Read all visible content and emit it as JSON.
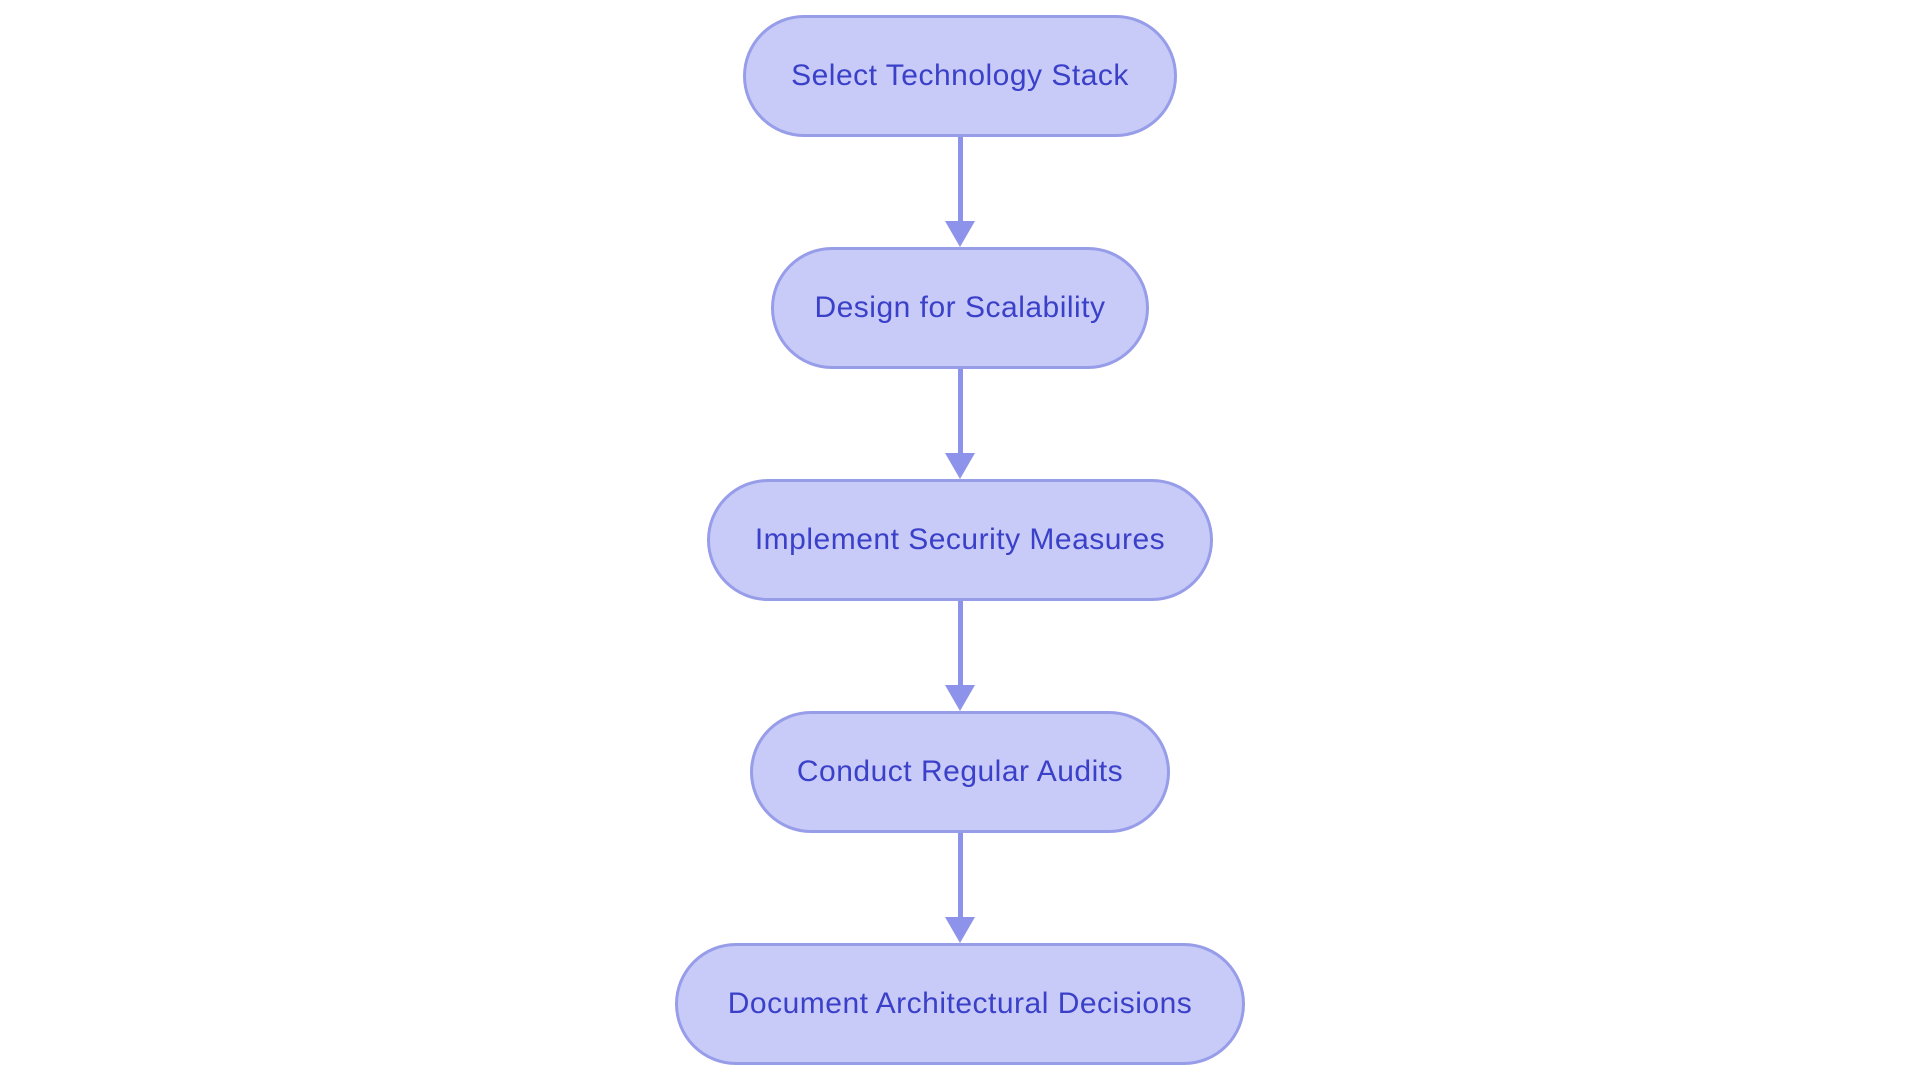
{
  "diagram": {
    "type": "flowchart",
    "direction": "top-down",
    "nodes": [
      {
        "id": "node-1",
        "label": "Select Technology Stack"
      },
      {
        "id": "node-2",
        "label": "Design for Scalability"
      },
      {
        "id": "node-3",
        "label": "Implement Security Measures"
      },
      {
        "id": "node-4",
        "label": "Conduct Regular Audits"
      },
      {
        "id": "node-5",
        "label": "Document Architectural Decisions"
      }
    ],
    "edges": [
      {
        "from": "node-1",
        "to": "node-2"
      },
      {
        "from": "node-2",
        "to": "node-3"
      },
      {
        "from": "node-3",
        "to": "node-4"
      },
      {
        "from": "node-4",
        "to": "node-5"
      }
    ],
    "colors": {
      "background": "#ffffff",
      "node_fill": "#c8caf8",
      "node_border": "#979de8",
      "node_text": "#3a40c8",
      "arrow": "#8d93ea"
    }
  }
}
